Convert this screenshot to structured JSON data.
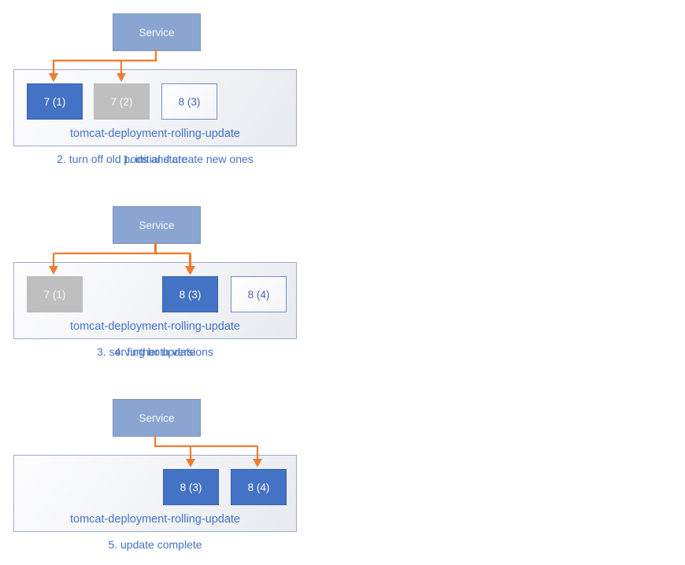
{
  "colors": {
    "pod_active": "#4472C4",
    "pod_off": "#BFBFBF",
    "arrow": "#ED7D31",
    "service_fill": "#8AA5D1",
    "label_text": "#4472C4"
  },
  "panels": [
    {
      "caption": "1. initial state",
      "service": "Service",
      "deployment": "tomcat-deployment-rolling-update",
      "service_routes_to": [
        "7 (1)",
        "7 (2)"
      ],
      "pods": [
        {
          "label": "7 (1)",
          "state": "active"
        },
        {
          "label": "7 (2)",
          "state": "active"
        }
      ]
    },
    {
      "caption": "2. turn off old pods and create new ones",
      "service": "Service",
      "deployment": "tomcat-deployment-rolling-update",
      "service_routes_to": [
        "7 (1)"
      ],
      "pods": [
        {
          "label": "7 (1)",
          "state": "active"
        },
        {
          "label": "7 (2)",
          "state": "off"
        },
        {
          "label": "8 (3)",
          "state": "new"
        }
      ]
    },
    {
      "caption": "3. serving both versions",
      "service": "Service",
      "deployment": "tomcat-deployment-rolling-update",
      "service_routes_to": [
        "7 (1)",
        "8 (3)"
      ],
      "pods": [
        {
          "label": "7 (1)",
          "state": "active"
        },
        {
          "label": "8 (3)",
          "state": "active"
        },
        {
          "label": "8 (4)",
          "state": "new"
        }
      ]
    },
    {
      "caption": "4. further update",
      "service": "Service",
      "deployment": "tomcat-deployment-rolling-update",
      "service_routes_to": [
        "8 (3)"
      ],
      "pods": [
        {
          "label": "7 (1)",
          "state": "off"
        },
        {
          "label": "8 (3)",
          "state": "active"
        },
        {
          "label": "8 (4)",
          "state": "new"
        }
      ]
    },
    {
      "caption": "5. update complete",
      "service": "Service",
      "deployment": "tomcat-deployment-rolling-update",
      "service_routes_to": [
        "8 (3)",
        "8 (4)"
      ],
      "pods": [
        {
          "label": "8 (3)",
          "state": "active"
        },
        {
          "label": "8 (4)",
          "state": "active"
        }
      ]
    }
  ]
}
